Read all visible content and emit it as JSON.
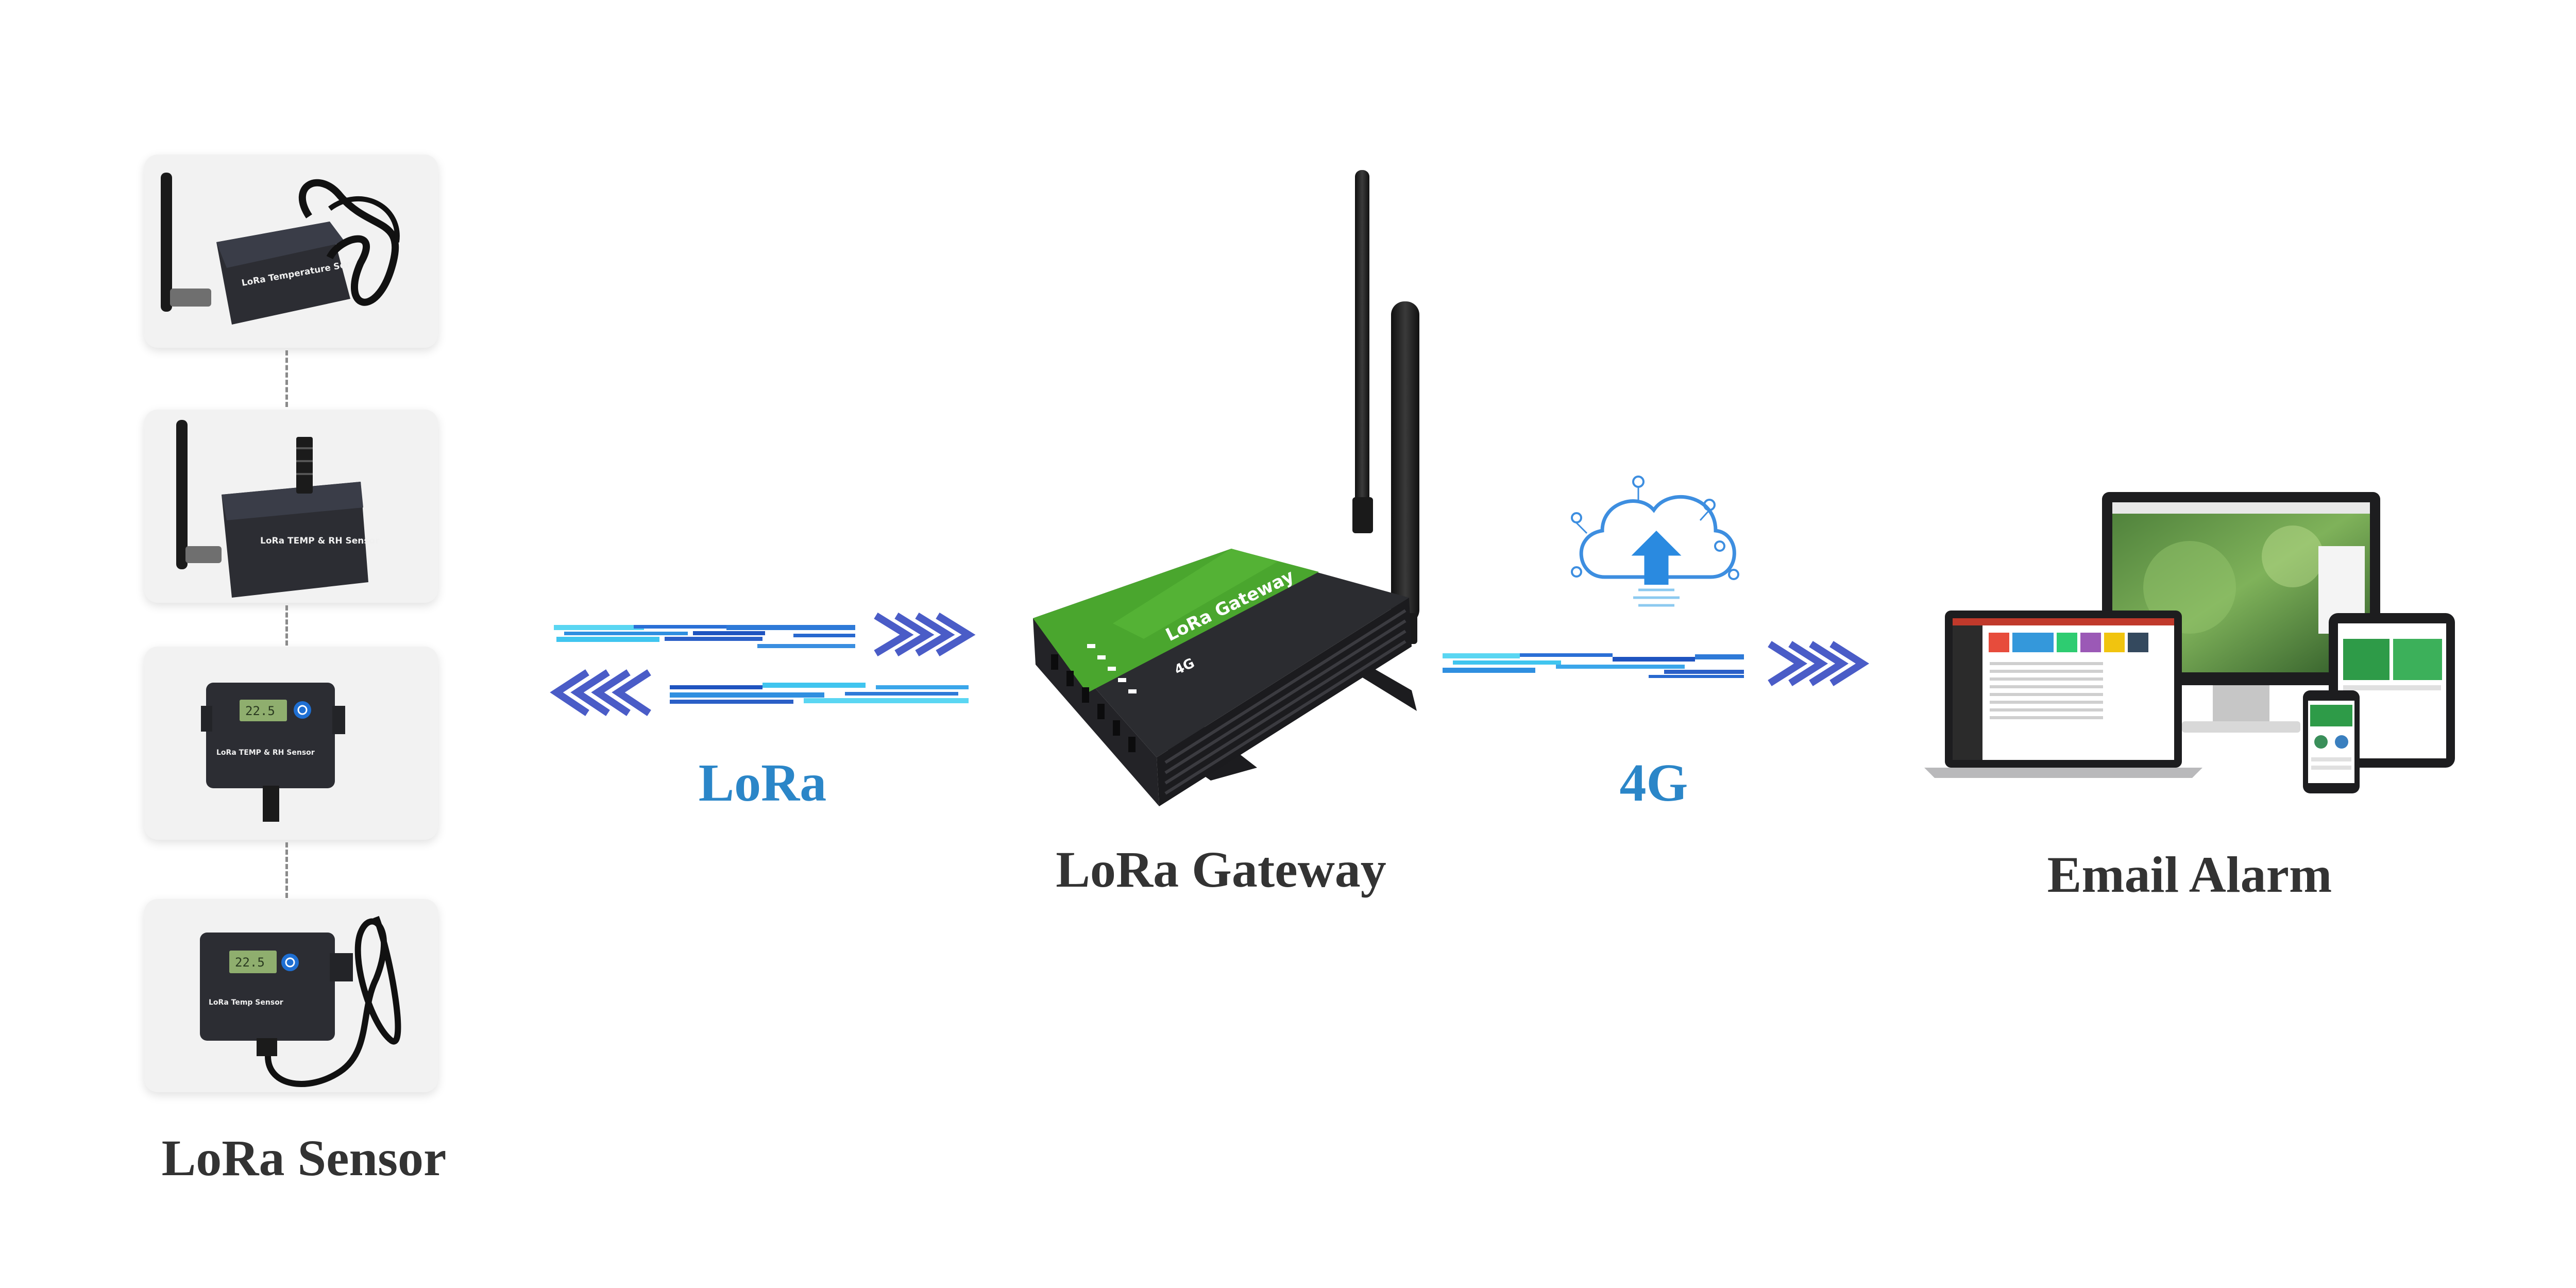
{
  "labels": {
    "sensor": "LoRa Sensor",
    "lora_link": "LoRa",
    "gateway": "LoRa Gateway",
    "cellular_link": "4G",
    "alarm": "Email Alarm"
  },
  "device_text": {
    "sensor1": "LoRa Temperature Sensor",
    "sensor2": "LoRa TEMP & RH Sensor",
    "sensor3": "LoRa TEMP & RH Sensor",
    "sensor4": "LoRa Temp Sensor",
    "gateway_top": "LoRa Gateway",
    "gateway_side": "4G",
    "display3": "22.5",
    "display4": "22.5"
  },
  "colors": {
    "link_blue": "#2b86c8",
    "chevron": "#4a5cc7",
    "gateway_green": "#4aa62e",
    "body_dark": "#2b2c30"
  }
}
